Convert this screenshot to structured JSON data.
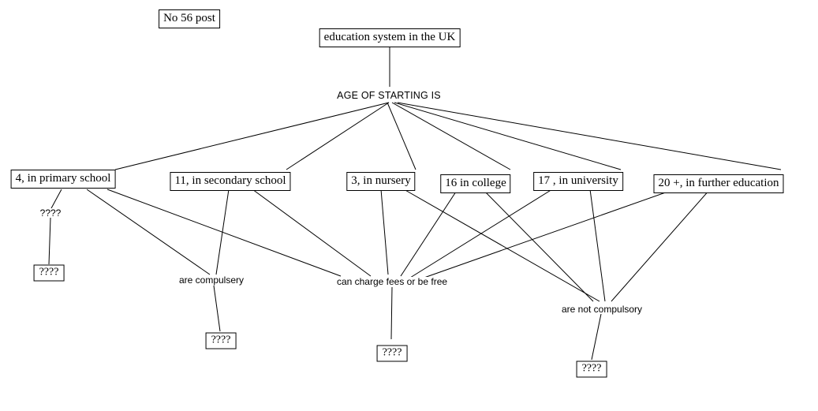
{
  "diagram": {
    "title_note": "No 56 post",
    "root": "education system in the UK",
    "hub": "AGE OF STARTING IS",
    "age_nodes": [
      {
        "label": "4, in primary school"
      },
      {
        "label": "11, in secondary school"
      },
      {
        "label": "3,  in nursery"
      },
      {
        "label": "16 in college"
      },
      {
        "label": "17 , in university"
      },
      {
        "label": "20 +, in further education"
      }
    ],
    "property_nodes": [
      {
        "label": "????"
      },
      {
        "label": "are compulsery"
      },
      {
        "label": "can charge fees or be free"
      },
      {
        "label": "are not compulsory"
      }
    ],
    "leaf_nodes": [
      {
        "label": "????"
      },
      {
        "label": "????"
      },
      {
        "label": "????"
      },
      {
        "label": "????"
      }
    ],
    "colors": {
      "line": "#000000",
      "text": "#000000",
      "background": "#ffffff"
    }
  }
}
